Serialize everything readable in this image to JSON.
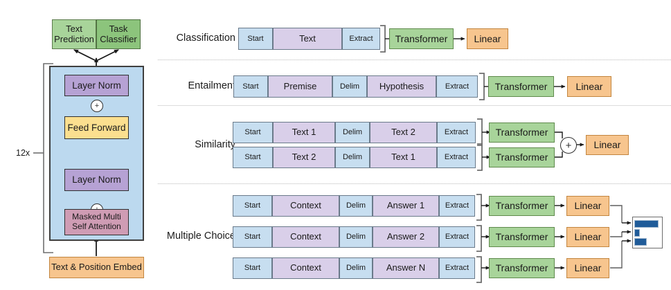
{
  "figure": {
    "left_panel": {
      "repeat_label": "12x",
      "heads": [
        {
          "label": "Text\nPrediction",
          "line1": "Text",
          "line2": "Prediction"
        },
        {
          "label": "Task\nClassifier",
          "line1": "Task",
          "line2": "Classifier"
        }
      ],
      "blocks": [
        {
          "name": "layer-norm-top",
          "label": "Layer Norm"
        },
        {
          "name": "feed-forward",
          "label": "Feed Forward"
        },
        {
          "name": "layer-norm-bottom",
          "label": "Layer Norm"
        },
        {
          "name": "masked-multi-self-attention",
          "line1": "Masked Multi",
          "line2": "Self Attention"
        }
      ],
      "embed": {
        "label": "Text & Position Embed"
      },
      "residual_symbol": "+"
    },
    "tasks": [
      {
        "name": "classification",
        "label": "Classification",
        "rows": [
          {
            "tokens": [
              "Start",
              "Text",
              "Extract"
            ],
            "token_types": [
              "blue",
              "purple",
              "blue"
            ],
            "modules": [
              "Transformer",
              "Linear"
            ]
          }
        ]
      },
      {
        "name": "entailment",
        "label": "Entailment",
        "rows": [
          {
            "tokens": [
              "Start",
              "Premise",
              "Delim",
              "Hypothesis",
              "Extract"
            ],
            "token_types": [
              "blue",
              "purple",
              "blue",
              "purple",
              "blue"
            ],
            "modules": [
              "Transformer",
              "Linear"
            ]
          }
        ]
      },
      {
        "name": "similarity",
        "label": "Similarity",
        "combine_symbol": "+",
        "output": "Linear",
        "rows": [
          {
            "tokens": [
              "Start",
              "Text 1",
              "Delim",
              "Text 2",
              "Extract"
            ],
            "token_types": [
              "blue",
              "purple",
              "blue",
              "purple",
              "blue"
            ],
            "modules": [
              "Transformer"
            ]
          },
          {
            "tokens": [
              "Start",
              "Text 2",
              "Delim",
              "Text 1",
              "Extract"
            ],
            "token_types": [
              "blue",
              "purple",
              "blue",
              "purple",
              "blue"
            ],
            "modules": [
              "Transformer"
            ]
          }
        ]
      },
      {
        "name": "multiple-choice",
        "label": "Multiple Choice",
        "rows": [
          {
            "tokens": [
              "Start",
              "Context",
              "Delim",
              "Answer 1",
              "Extract"
            ],
            "token_types": [
              "blue",
              "purple",
              "blue",
              "purple",
              "blue"
            ],
            "modules": [
              "Transformer",
              "Linear"
            ]
          },
          {
            "tokens": [
              "Start",
              "Context",
              "Delim",
              "Answer 2",
              "Extract"
            ],
            "token_types": [
              "blue",
              "purple",
              "blue",
              "purple",
              "blue"
            ],
            "modules": [
              "Transformer",
              "Linear"
            ]
          },
          {
            "tokens": [
              "Start",
              "Context",
              "Delim",
              "Answer N",
              "Extract"
            ],
            "token_types": [
              "blue",
              "purple",
              "blue",
              "purple",
              "blue"
            ],
            "modules": [
              "Transformer",
              "Linear"
            ]
          }
        ],
        "score_chart": {
          "bars": [
            33,
            6,
            16
          ],
          "bar_color": "#1f5b99"
        }
      }
    ],
    "colors": {
      "token_blue": "#c7def0",
      "token_purple": "#d9cfe9",
      "transformer_green": "#a8d49a",
      "linear_orange": "#f7c58e",
      "panel_blue": "#bcd9ef",
      "layer_norm_purple": "#b6a2d4",
      "feed_forward_yellow": "#fbdf8f",
      "attention_pink": "#cf9cb4",
      "head_green_light": "#a8d49a",
      "head_green_dark": "#8cc47c",
      "score_bar": "#1f5b99"
    }
  }
}
